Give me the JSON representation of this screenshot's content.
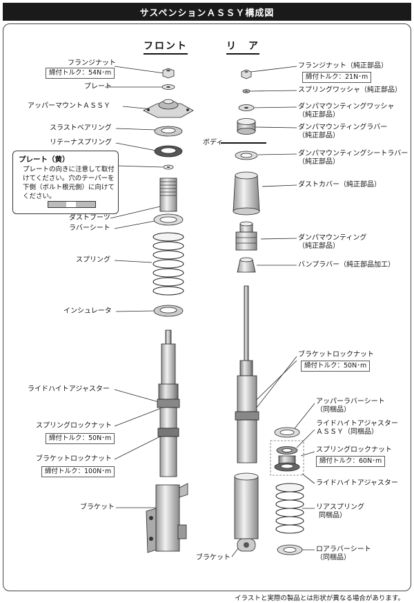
{
  "title": "サスペンションＡＳＳＹ構成図",
  "headers": {
    "front": "フロント",
    "rear": "リ　ア"
  },
  "body_label": "ボディ",
  "note": {
    "title": "プレート（黄）",
    "text": "プレートの向きに注意して取付けてください。穴のテーパーを下側（ボルト根元側）に向けてください。"
  },
  "front_labels": [
    "フランジナット",
    "プレート",
    "アッパーマウントＡＳＳＹ",
    "スラストベアリング",
    "リテーナスプリング",
    "ダストブーツ",
    "ラバーシート",
    "スプリング",
    "インシュレータ",
    "ライドハイトアジャスター",
    "スプリングロックナット",
    "ブラケットロックナット",
    "ブラケット"
  ],
  "front_torques": {
    "flange_nut": "締付トルク：54N･m",
    "spring_lock_nut": "締付トルク：50N･m",
    "bracket_lock_nut": "締付トルク：100N･m"
  },
  "rear_labels": [
    "フランジナット（純正部品）",
    "スプリングワッシャ（純正部品）",
    "ダンパマウンティングワッシャ",
    "（純正部品）",
    "ダンパマウンティングラバー",
    "（純正部品）",
    "ダンパマウンティングシートラバー",
    "（純正部品）",
    "ダストカバー（純正部品）",
    "ダンパマウンティング",
    "（純正部品）",
    "バンプラバー（純正部品加工）",
    "ブラケットロックナット",
    "アッパーラバーシート",
    "（同梱品）",
    "ライドハイトアジャスター",
    "ＡＳＳＹ（同梱品）",
    "スプリングロックナット",
    "ライドハイトアジャスター",
    "リアスプリング",
    "同梱品）",
    "ロアラバーシート",
    "（同梱品）",
    "ブラケット"
  ],
  "rear_torques": {
    "flange_nut": "締付トルク：21N･m",
    "bracket_lock_nut": "締付トルク：50N･m",
    "spring_lock_nut": "締付トルク：60N･m"
  },
  "footer": "イラストと実際の製品とは形状が異なる場合があります。"
}
